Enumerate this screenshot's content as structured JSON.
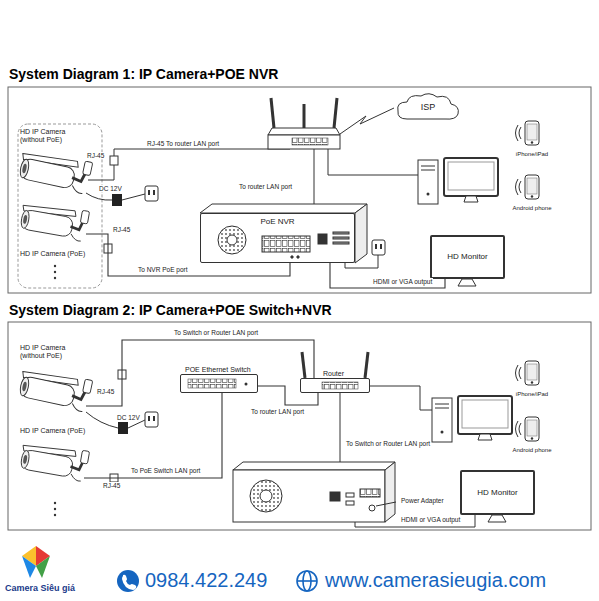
{
  "diagram": {
    "nodes": [
      {
        "text": [
          "HD IP Camera (without PoE)"
        ]
      },
      {
        "text": [
          "HD IP Camera (PoE)"
        ]
      },
      {
        "text": [
          "PoE NVR"
        ]
      },
      {
        "text": [
          "HD Monitor"
        ]
      },
      {
        "text": [
          "ISP"
        ]
      },
      {
        "text": [
          "iPhone/iPad"
        ]
      },
      {
        "text": [
          "Android phone"
        ]
      },
      {
        "text": [
          "HD IP Camera (without PoE)"
        ]
      },
      {
        "text": [
          "HD IP Camera (PoE)"
        ]
      },
      {
        "text": [
          "POE Ethernet Switch"
        ]
      },
      {
        "text": [
          "Router"
        ]
      },
      {
        "text": [
          "HD Monitor"
        ]
      },
      {
        "text": [
          "iPhone/iPad"
        ]
      },
      {
        "text": [
          "Android phone"
        ]
      }
    ],
    "edges": [
      {
        "from": 1,
        "to": 2,
        "label": "To NVR PoE port",
        "arrow": "none"
      },
      {
        "from": 2,
        "to": 3,
        "label": "HDMI or VGA output",
        "arrow": "none"
      },
      {
        "from": 8,
        "to": 9,
        "label": "To PoE Switch LAN port",
        "arrow": "none"
      },
      {
        "from": 9,
        "to": 10,
        "label": "To router LAN port",
        "arrow": "none"
      },
      {
        "from": 7,
        "to": 10,
        "label": "To Switch or Router LAN port",
        "arrow": "none"
      }
    ],
    "labels": [
      "System Diagram 1: IP Camera+POE NVR",
      "RJ-45",
      "DC 12V",
      "RJ-45",
      "RJ-45 To router LAN port",
      "To router LAN port",
      "System Diagram 2: IP Camera+POE Switch+NVR",
      "RJ-45",
      "DC 12V",
      "RJ-45",
      "To Switch or Router LAN port",
      "Power Adapter",
      "HDMI or VGA output",
      "Camera Siêu giá",
      "0984.422.249",
      "www.camerasieugia.com"
    ]
  }
}
